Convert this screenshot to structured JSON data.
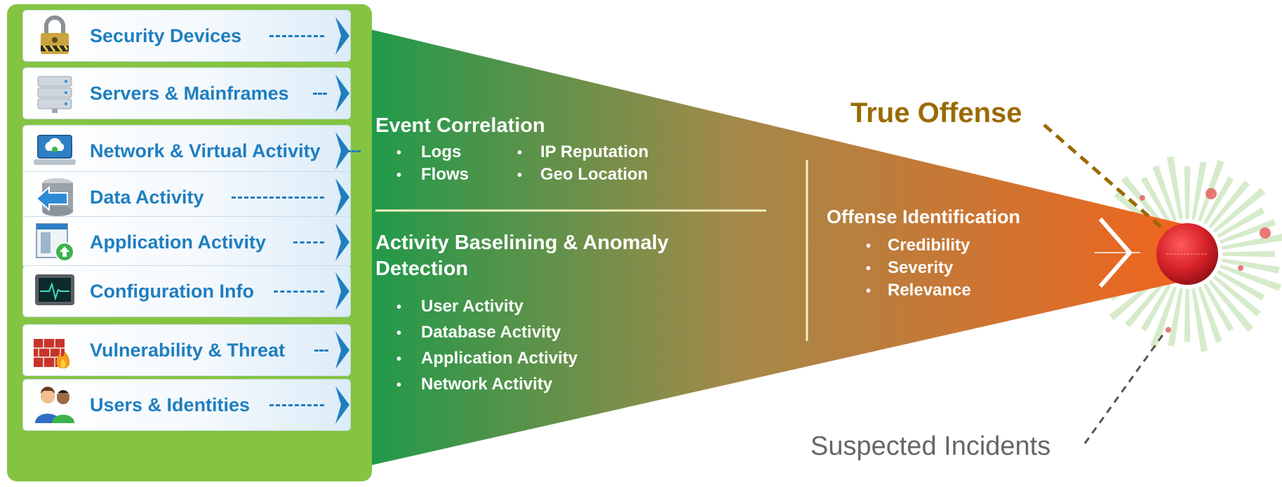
{
  "sources": [
    {
      "label": "Security Devices",
      "icon": "padlock-icon"
    },
    {
      "label": "Servers & Mainframes",
      "icon": "server-icon"
    },
    {
      "label": "Network & Virtual Activity",
      "icon": "cloud-laptop-icon"
    },
    {
      "label": "Data Activity",
      "icon": "database-arrow-icon"
    },
    {
      "label": "Application Activity",
      "icon": "application-upload-icon"
    },
    {
      "label": "Configuration Info",
      "icon": "monitor-pulse-icon"
    },
    {
      "label": "Vulnerability & Threat",
      "icon": "firewall-fire-icon"
    },
    {
      "label": "Users & Identities",
      "icon": "users-icon"
    }
  ],
  "funnel": {
    "colors": {
      "start": "#1f9a4a",
      "middle": "#a3894a",
      "end": "#f0641e"
    },
    "event_correlation": {
      "title": "Event Correlation",
      "col1": [
        "Logs",
        "Flows"
      ],
      "col2": [
        "IP Reputation",
        "Geo Location"
      ]
    },
    "baselining": {
      "title_line1": "Activity Baselining & Anomaly",
      "title_line2": "Detection",
      "items": [
        "User Activity",
        "Database Activity",
        "Application Activity",
        "Network Activity"
      ]
    },
    "offense_identification": {
      "title": "Offense Identification",
      "items": [
        "Credibility",
        "Severity",
        "Relevance"
      ]
    }
  },
  "labels": {
    "true_offense": "True Offense",
    "suspected_incidents": "Suspected Incidents"
  },
  "colors": {
    "panel_green": "#84c441",
    "label_blue": "#1f7ec0",
    "true_offense": "#9a6a00",
    "target_red": "#d42027",
    "suspected": "#666666"
  }
}
